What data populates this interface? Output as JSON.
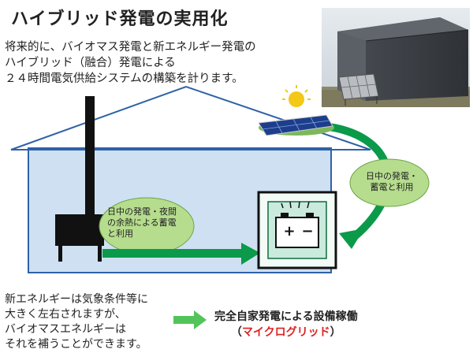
{
  "title": "ハイブリッド発電の実用化",
  "intro": {
    "line1": "将来的に、バイオマス発電と新エネルギー発電の",
    "line2": "ハイブリッド（融合）発電による",
    "line3": "２４時間電気供給システムの構築を計ります。"
  },
  "bubble_left": {
    "line1": "日中の発電・夜間",
    "line2": "の余熱による蓄電",
    "line3": "と利用"
  },
  "bubble_right": {
    "line1": "日中の発電・",
    "line2": "蓄電と利用"
  },
  "bottom_note": {
    "line1": "新エネルギーは気象条件等に",
    "line2": "大きく左右されますが、",
    "line3": "バイオマスエネルギーは",
    "line4": "それを補うことができます。"
  },
  "result": {
    "main": "完全自家発電による設備稼働",
    "open_paren": "（",
    "sub": "マイクログリッド",
    "close_paren": "）"
  },
  "battery_symbols": {
    "plus": "+",
    "minus": "−"
  },
  "colors": {
    "house_fill": "#cfe0f3",
    "house_stroke": "#2f62a6",
    "bubble_fill": "#b6dd8e",
    "arrow_green": "#0a9a4a",
    "battery_fill": "#c9eadc",
    "accent_red": "#d22222"
  }
}
